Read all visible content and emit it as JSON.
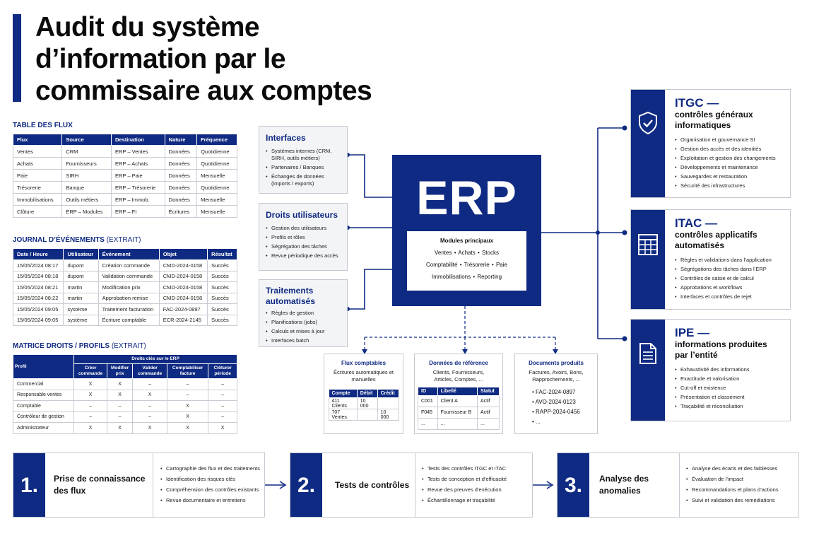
{
  "title": "Audit du système d’information par le commissaire aux comptes",
  "flux_table": {
    "heading": "TABLE DES FLUX",
    "columns": [
      "Flux",
      "Source",
      "Destination",
      "Nature",
      "Fréquence"
    ],
    "rows": [
      [
        "Ventes",
        "CRM",
        "ERP – Ventes",
        "Données",
        "Quotidienne"
      ],
      [
        "Achats",
        "Fournisseurs",
        "ERP – Achats",
        "Données",
        "Quotidienne"
      ],
      [
        "Paie",
        "SIRH",
        "ERP – Paie",
        "Données",
        "Mensuelle"
      ],
      [
        "Trésorerie",
        "Banque",
        "ERP – Trésorerie",
        "Données",
        "Quotidienne"
      ],
      [
        "Immobilisations",
        "Outils métiers",
        "ERP – Immob.",
        "Données",
        "Mensuelle"
      ],
      [
        "Clôture",
        "ERP – Modules",
        "ERP – FI",
        "Écritures",
        "Mensuelle"
      ]
    ]
  },
  "journal": {
    "heading": "JOURNAL D’ÉVÉNEMENTS",
    "heading_suffix": "(EXTRAIT)",
    "columns": [
      "Date / Heure",
      "Utilisateur",
      "Événement",
      "Objet",
      "Résultat"
    ],
    "rows": [
      [
        "15/05/2024 08:17",
        "dupont",
        "Création commande",
        "CMD-2024-0158",
        "Succès"
      ],
      [
        "15/05/2024 08:18",
        "dupont",
        "Validation commande",
        "CMD-2024-0158",
        "Succès"
      ],
      [
        "15/05/2024 08:21",
        "martin",
        "Modification prix",
        "CMD-2024-0158",
        "Succès"
      ],
      [
        "15/05/2024 08:22",
        "martin",
        "Approbation remise",
        "CMD-2024-0158",
        "Succès"
      ],
      [
        "15/05/2024 09:05",
        "système",
        "Traitement facturation",
        "FAC-2024-0897",
        "Succès"
      ],
      [
        "15/05/2024 09:05",
        "système",
        "Écriture comptable",
        "ECR-2024-2145",
        "Succès"
      ]
    ]
  },
  "matrix": {
    "heading": "MATRICE DROITS / PROFILS",
    "heading_suffix": "(EXTRAIT)",
    "profile_header": "Profil",
    "group_header": "Droits clés sur le ERP",
    "columns": [
      "Créer commande",
      "Modifier prix",
      "Valider commande",
      "Comptabiliser facture",
      "Clôturer période"
    ],
    "rows": [
      [
        "Commercial",
        "X",
        "X",
        "–",
        "–",
        "–"
      ],
      [
        "Responsable ventes",
        "X",
        "X",
        "X",
        "–",
        "–"
      ],
      [
        "Comptable",
        "–",
        "–",
        "–",
        "X",
        "–"
      ],
      [
        "Contrôleur de gestion",
        "–",
        "–",
        "–",
        "X",
        "–"
      ],
      [
        "Administrateur",
        "X",
        "X",
        "X",
        "X",
        "X"
      ]
    ]
  },
  "left_boxes": [
    {
      "title": "Interfaces",
      "items": [
        "Systèmes internes (CRM, SIRH, outils métiers)",
        "Partenaires / Banques",
        "Échanges de données (imports / exports)"
      ]
    },
    {
      "title": "Droits utilisateurs",
      "items": [
        "Gestion des utilisateurs",
        "Profils et rôles",
        "Ségrégation des tâches",
        "Revue périodique des accès"
      ]
    },
    {
      "title": "Traitements automatisés",
      "items": [
        "Règles de gestion",
        "Planifications (jobs)",
        "Calculs et mises à jour",
        "Interfaces batch"
      ]
    }
  ],
  "erp": {
    "label": "ERP",
    "modules_heading": "Modules principaux",
    "modules_row1": "Ventes  •  Achats  •  Stocks",
    "modules_row2": "Comptabilité  •  Trésorerie  •  Paie",
    "modules_row3": "Immobilisations  •  Reporting"
  },
  "right_boxes": [
    {
      "title": "ITGC —",
      "subtitle": "contrôles généraux informatiques",
      "icon": "shield-check-icon",
      "items": [
        "Organisation et gouvernance SI",
        "Gestion des accès et des identités",
        "Exploitation et gestion des changements",
        "Développements et maintenance",
        "Sauvegardes et restauration",
        "Sécurité des infrastructures"
      ]
    },
    {
      "title": "ITAC —",
      "subtitle": "contrôles applicatifs automatisés",
      "icon": "table-grid-icon",
      "items": [
        "Règles et validations dans l’application",
        "Ségrégations des tâches dans l’ERP",
        "Contrôles de saisie et de calcul",
        "Approbations et workflows",
        "Interfaces et contrôles de rejet"
      ]
    },
    {
      "title": "IPE —",
      "subtitle": "informations produites par l’entité",
      "icon": "document-icon",
      "items": [
        "Exhaustivité des informations",
        "Exactitude et valorisation",
        "Cut-off et existence",
        "Présentation et classement",
        "Traçabilité et réconciliation"
      ]
    }
  ],
  "data_boxes": {
    "flux_comptables": {
      "title": "Flux comptables",
      "desc": "Écritures automatiques et manuelles",
      "columns": [
        "Compte",
        "Débit",
        "Crédit"
      ],
      "rows": [
        [
          "411 Clients",
          "10 000",
          ""
        ],
        [
          "707 Ventes",
          "",
          "10 000"
        ]
      ]
    },
    "donnees_reference": {
      "title": "Données de référence",
      "desc": "Clients, Fournisseurs, Articles, Comptes, ...",
      "columns": [
        "ID",
        "Libellé",
        "Statut"
      ],
      "rows": [
        [
          "C001",
          "Client A",
          "Actif"
        ],
        [
          "F045",
          "Fournisseur B",
          "Actif"
        ],
        [
          "...",
          "...",
          "..."
        ]
      ]
    },
    "documents_produits": {
      "title": "Documents produits",
      "desc": "Factures, Avoirs, Bons, Rapprochements, ...",
      "items": [
        "FAC-2024-0897",
        "AVO-2024-0123",
        "RAPP-2024-0456",
        "..."
      ]
    }
  },
  "steps": [
    {
      "num": "1.",
      "title": "Prise de connaissance des flux",
      "items": [
        "Cartographie des flux et des traitements",
        "Identification des risques clés",
        "Compréhension des contrôles existants",
        "Revue documentaire et entretiens"
      ]
    },
    {
      "num": "2.",
      "title": "Tests de contrôles",
      "items": [
        "Tests des contrôles ITGC et ITAC",
        "Tests de conception et d’efficacité",
        "Revue des preuves d’exécution",
        "Échantillonnage et traçabilité"
      ]
    },
    {
      "num": "3.",
      "title": "Analyse des anomalies",
      "items": [
        "Analyse des écarts et des faiblesses",
        "Évaluation de l’impact",
        "Recommandations et plans d’actions",
        "Suivi et validation des remédiations"
      ]
    }
  ],
  "colors": {
    "navy": "#0f2a82",
    "box_bg": "#f3f4f6",
    "border": "#c4c8d0"
  }
}
